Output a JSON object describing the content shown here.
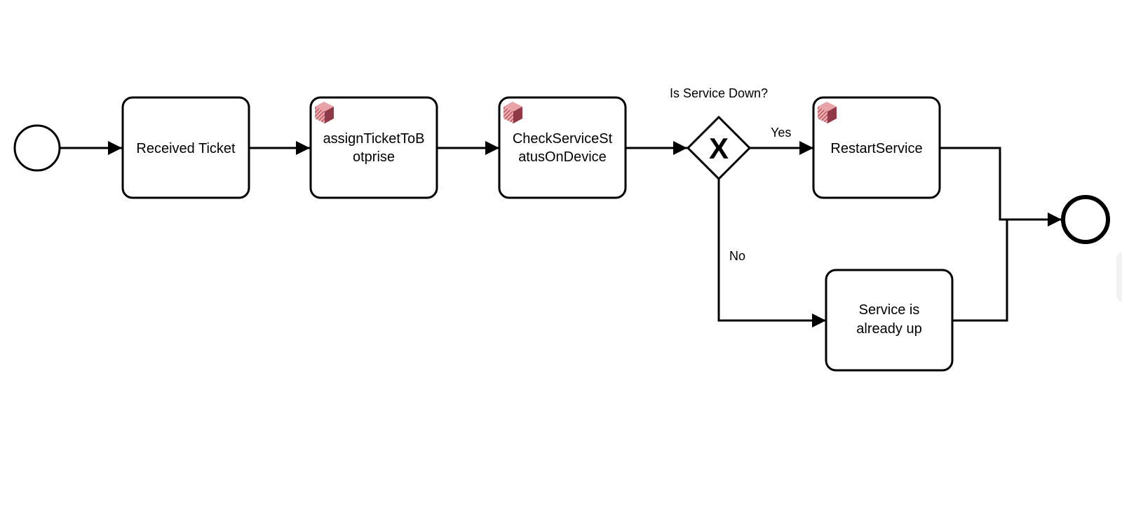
{
  "diagram": {
    "tasks": {
      "received_ticket": {
        "lines": [
          "Received Ticket"
        ]
      },
      "assign_ticket": {
        "lines": [
          "assignTicketToB",
          "otprise"
        ],
        "icon": "service-task-cube-icon"
      },
      "check_service": {
        "lines": [
          "CheckServiceSt",
          "atusOnDevice"
        ],
        "icon": "service-task-cube-icon"
      },
      "restart_service": {
        "lines": [
          "RestartService"
        ],
        "icon": "service-task-cube-icon"
      },
      "service_up": {
        "lines": [
          "Service is",
          "already up"
        ]
      }
    },
    "gateway": {
      "label": "Is Service Down?",
      "symbol": "X"
    },
    "flows": {
      "yes_label": "Yes",
      "no_label": "No"
    },
    "colors": {
      "stroke": "#000000",
      "icon_front": "#c8616a",
      "icon_top": "#e7a3a7",
      "icon_side": "#8f3848"
    }
  }
}
